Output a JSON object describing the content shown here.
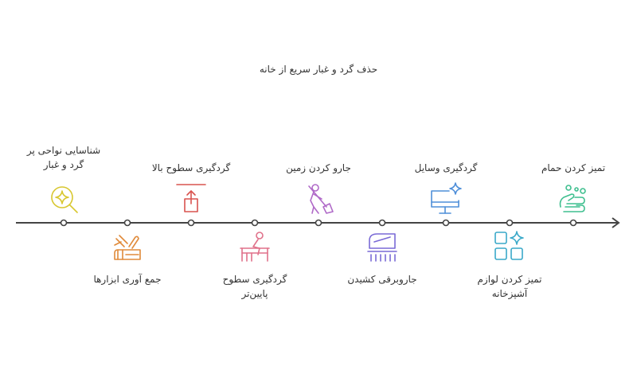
{
  "title": "حذف گرد و غبار سریع از خانه",
  "steps": [
    {
      "label_line1": "شناسایی نواحی پر",
      "label_line2": "گرد و غبار",
      "icon": "sparkle-search-icon",
      "color": "#d8c730"
    },
    {
      "label_line1": "جمع آوری ابزارها",
      "label_line2": "",
      "icon": "tools-icon",
      "color": "#e08a3a"
    },
    {
      "label_line1": "گردگیری سطوح بالا",
      "label_line2": "",
      "icon": "upload-arrow-icon",
      "color": "#d9534f"
    },
    {
      "label_line1": "گردگیری سطوح",
      "label_line2": "پایین‌تر",
      "icon": "person-at-desk-icon",
      "color": "#e0718a"
    },
    {
      "label_line1": "جارو کردن زمین",
      "label_line2": "",
      "icon": "person-broom-icon",
      "color": "#b06ac8"
    },
    {
      "label_line1": "جاروبرقی کشیدن",
      "label_line2": "",
      "icon": "vacuum-cleaner-icon",
      "color": "#7a6ad6"
    },
    {
      "label_line1": "گردگیری وسایل",
      "label_line2": "",
      "icon": "monitor-sparkle-icon",
      "color": "#4f8fd9"
    },
    {
      "label_line1": "تمیز کردن لوازم",
      "label_line2": "آشپزخانه",
      "icon": "grid-sparkle-icon",
      "color": "#3aa9c9"
    },
    {
      "label_line1": "تمیز کردن حمام",
      "label_line2": "",
      "icon": "washing-hands-icon",
      "color": "#3fbf8f"
    }
  ]
}
